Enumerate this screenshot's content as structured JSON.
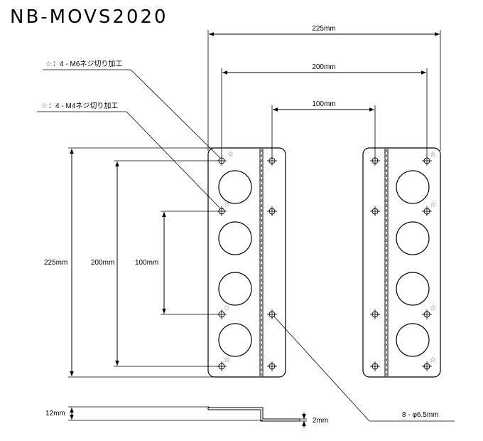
{
  "title": "NB-MOVS2020",
  "dimensions": {
    "top_outer": "225mm",
    "top_middle": "200mm",
    "top_inner": "100mm",
    "left_outer": "225mm",
    "left_middle": "200mm",
    "left_inner": "100mm",
    "thickness_total": "12mm",
    "plate_thickness": "2mm"
  },
  "callouts": {
    "m6_star": "☆",
    "m6_label": "：4 - M6ネジ切り加工",
    "m4_star": "☆",
    "m4_label": "：4 - M4ネジ切り加工",
    "holes": "8 - φ6.5mm"
  },
  "colors": {
    "m6_star": "#3b3bdc",
    "m4_star": "#e0304a",
    "line": "#000000"
  }
}
